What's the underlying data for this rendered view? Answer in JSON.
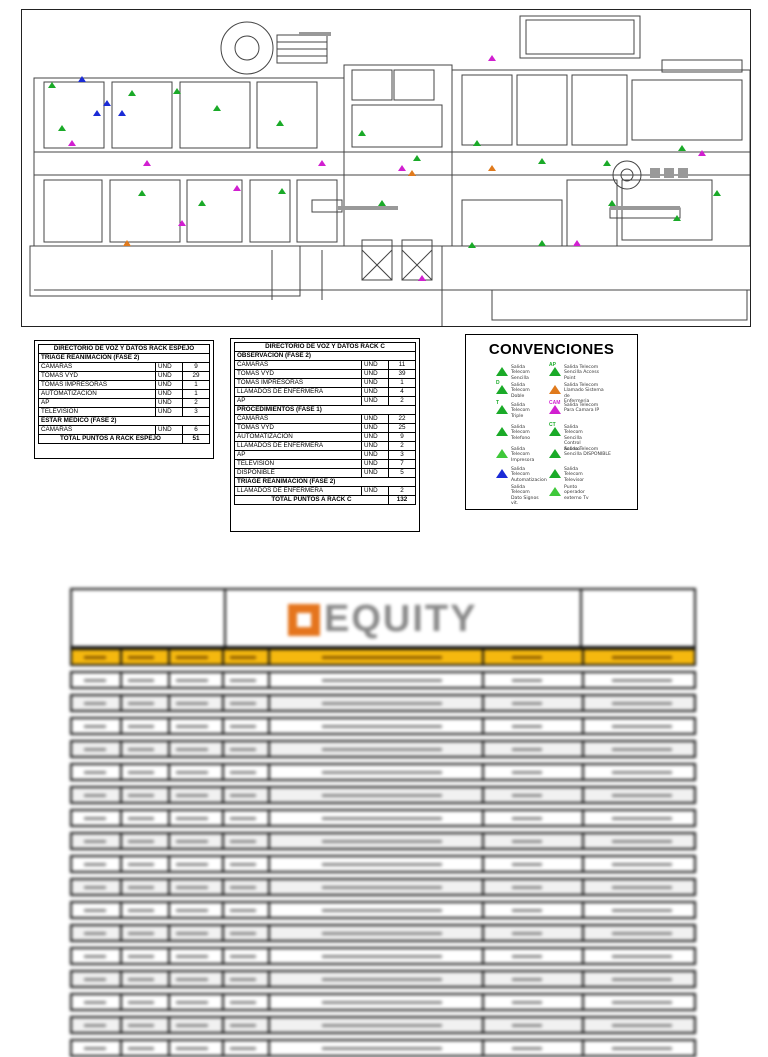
{
  "floor_plan": {
    "description_labels": []
  },
  "rack_espejo": {
    "title": "DIRECTORIO DE VOZ Y DATOS RACK ESPEJO",
    "sections": [
      {
        "name": "TRIAGE  REANIMACION (FASE 2)",
        "rows": [
          {
            "item": "CAMARAS",
            "unit": "UND",
            "qty": "9"
          },
          {
            "item": "TOMAS VYD",
            "unit": "UND",
            "qty": "29"
          },
          {
            "item": "TOMAS IMPRESORAS",
            "unit": "UND",
            "qty": "1"
          },
          {
            "item": "AUTOMATIZACION",
            "unit": "UND",
            "qty": "1"
          },
          {
            "item": "AP",
            "unit": "UND",
            "qty": "2"
          },
          {
            "item": "TELEVISION",
            "unit": "UND",
            "qty": "3"
          }
        ]
      },
      {
        "name": "ESTAR MEDICO (FASE 2)",
        "rows": [
          {
            "item": "CAMARAS",
            "unit": "UND",
            "qty": "6"
          }
        ]
      }
    ],
    "total_label": "TOTAL PUNTOS A RACK ESPEJO",
    "total_value": "51"
  },
  "rack_c": {
    "title": "DIRECTORIO DE VOZ Y DATOS RACK C",
    "sections": [
      {
        "name": "OBSERVACION  (FASE 2)",
        "rows": [
          {
            "item": "CAMARAS",
            "unit": "UND",
            "qty": "11"
          },
          {
            "item": "TOMAS VYD",
            "unit": "UND",
            "qty": "39"
          },
          {
            "item": "TOMAS IMPRESORAS",
            "unit": "UND",
            "qty": "1"
          },
          {
            "item": "LLAMADOS DE ENFERMERA",
            "unit": "UND",
            "qty": "4"
          },
          {
            "item": "AP",
            "unit": "UND",
            "qty": "2"
          }
        ]
      },
      {
        "name": "PROCEDIMIENTOS (FASE 1)",
        "rows": [
          {
            "item": "CAMARAS",
            "unit": "UND",
            "qty": "22"
          },
          {
            "item": "TOMAS VYD",
            "unit": "UND",
            "qty": "25"
          },
          {
            "item": "AUTOMATIZACION",
            "unit": "UND",
            "qty": "9"
          },
          {
            "item": "LLAMADOS DE ENFERMERA",
            "unit": "UND",
            "qty": "2"
          },
          {
            "item": "AP",
            "unit": "UND",
            "qty": "3"
          },
          {
            "item": "TELEVISION",
            "unit": "UND",
            "qty": "7"
          },
          {
            "item": "DISPONIBLE",
            "unit": "UND",
            "qty": "5"
          }
        ]
      },
      {
        "name": "TRIAGE   REANIMACION (FASE 2)",
        "rows": [
          {
            "item": "LLAMADOS DE ENFERMERA",
            "unit": "UND",
            "qty": "2"
          }
        ]
      }
    ],
    "total_label": "TOTAL PUNTOS A RACK C",
    "total_value": "132"
  },
  "convenciones": {
    "title": "CONVENCIONES",
    "items": [
      {
        "code": "",
        "color": "#1aaa28",
        "text": [
          "Salida",
          "Telecom",
          "Sencilla"
        ]
      },
      {
        "code": "AP",
        "color": "#1aaa28",
        "text": [
          "Salida Telecom",
          "Sencilla Access",
          "Point"
        ]
      },
      {
        "code": "D",
        "color": "#1aaa28",
        "text": [
          "Salida",
          "Telecom",
          "Doble"
        ]
      },
      {
        "code": "",
        "color": "#e07a1c",
        "text": [
          "Salida Telecom",
          "Llamado Sistema",
          "de",
          "Enfermeria"
        ]
      },
      {
        "code": "T",
        "color": "#1aaa28",
        "text": [
          "Salida",
          "Telecom",
          "Triple"
        ]
      },
      {
        "code": "CAM",
        "color": "#d11fd0",
        "text": [
          "Salida Telecom",
          "Para Camara IP"
        ]
      },
      {
        "code": "",
        "color": "#1aaa28",
        "text": [
          "Salida",
          "Telecom",
          "Telefono"
        ]
      },
      {
        "code": "CT",
        "color": "#1aaa28",
        "text": [
          "Salida",
          "Telecom",
          "Sencilla",
          "Control",
          "Acceso"
        ]
      },
      {
        "code": "",
        "color": "#3fc83a",
        "text": [
          "Salida",
          "Telecom",
          "Impresora"
        ]
      },
      {
        "code": "",
        "color": "#1aaa28",
        "text": [
          "Salida Telecom",
          "Sencilla DISPONIBLE"
        ]
      },
      {
        "code": "",
        "color": "#1a2bd6",
        "text": [
          "Salida",
          "Telecom",
          "Automatizacion"
        ]
      },
      {
        "code": "",
        "color": "#1aaa28",
        "text": [
          "Salida",
          "Telecom",
          "Televisor"
        ]
      },
      {
        "code": "",
        "color": "",
        "text": [
          "Salida",
          "Telecom",
          "Dato Signos",
          "vit."
        ]
      },
      {
        "code": "",
        "color": "#3fc83a",
        "text": [
          "Punto",
          "operador",
          "externo Tv"
        ]
      }
    ]
  },
  "equity_sheet": {
    "logo_text": "EQUITY",
    "header_color": "#f5b80f"
  }
}
